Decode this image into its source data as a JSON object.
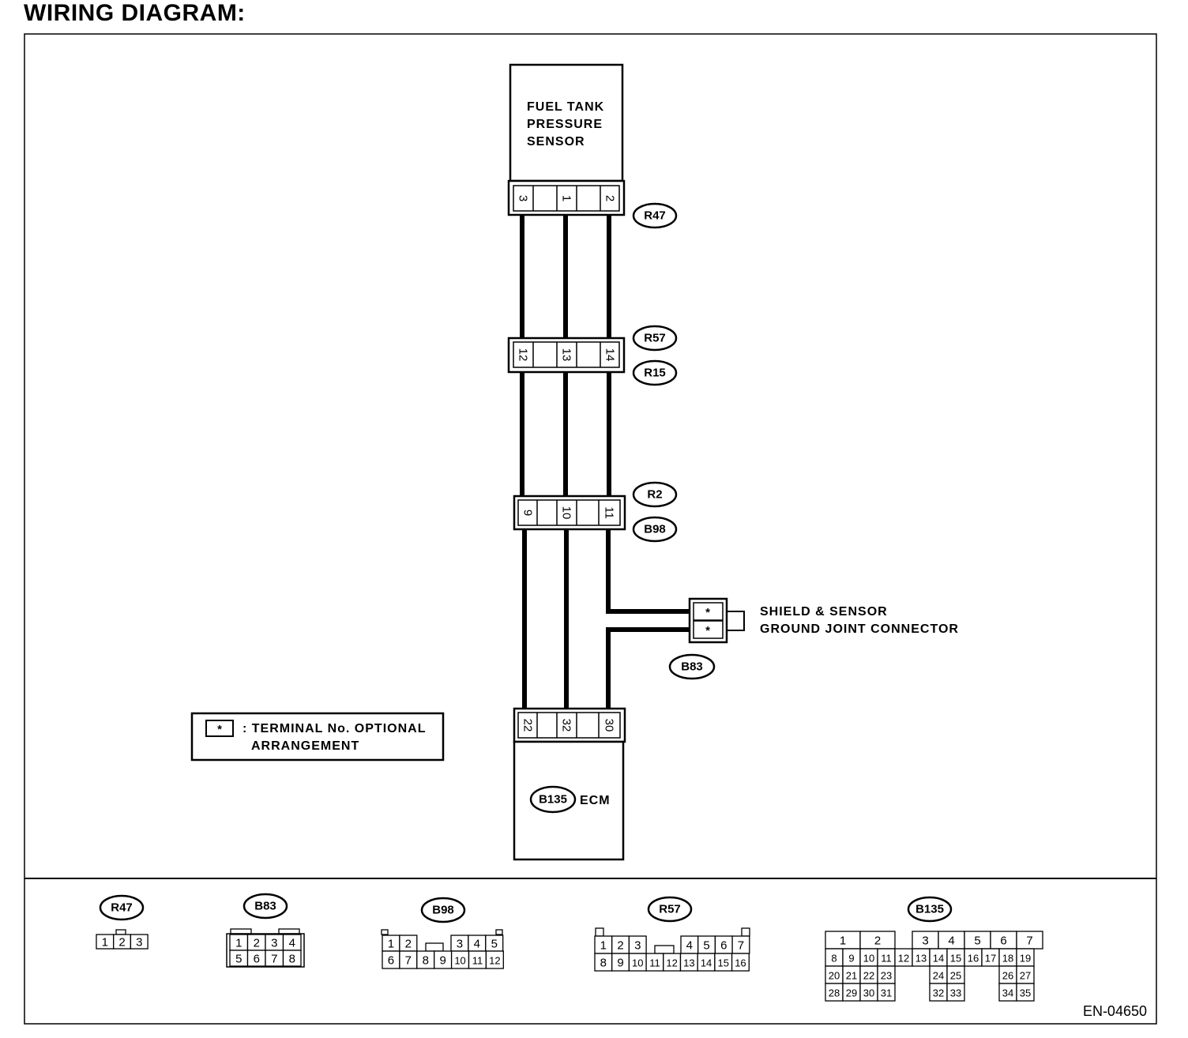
{
  "title": "WIRING DIAGRAM:",
  "sensor": {
    "name_lines": [
      "FUEL TANK",
      "PRESSURE",
      "SENSOR"
    ],
    "connector": "R47",
    "pins": [
      "3",
      "1",
      "2"
    ]
  },
  "joint1": {
    "connectors": [
      "R57",
      "R15"
    ],
    "pins": [
      "12",
      "13",
      "14"
    ]
  },
  "joint2": {
    "connectors": [
      "R2",
      "B98"
    ],
    "pins": [
      "9",
      "10",
      "11"
    ]
  },
  "ground": {
    "name_lines": [
      "SHIELD & SENSOR",
      "GROUND JOINT CONNECTOR"
    ],
    "connector": "B83",
    "pins": [
      "*",
      "*"
    ]
  },
  "ecm": {
    "connector": "B135",
    "name": "ECM",
    "pins": [
      "22",
      "32",
      "30"
    ]
  },
  "legend": {
    "symbol": "*",
    "lines": [
      ": TERMINAL No. OPTIONAL",
      "ARRANGEMENT"
    ]
  },
  "connector_views": [
    {
      "id": "R47",
      "rows": [
        [
          "1",
          "2",
          "3"
        ]
      ]
    },
    {
      "id": "B83",
      "rows": [
        [
          "1",
          "2",
          "3",
          "4"
        ],
        [
          "5",
          "6",
          "7",
          "8"
        ]
      ]
    },
    {
      "id": "B98",
      "rows": [
        [
          "1",
          "2",
          "",
          "3",
          "4",
          "5"
        ],
        [
          "6",
          "7",
          "8",
          "9",
          "10",
          "11",
          "12"
        ]
      ]
    },
    {
      "id": "R57",
      "rows": [
        [
          "1",
          "2",
          "3",
          "",
          "4",
          "5",
          "6",
          "7"
        ],
        [
          "8",
          "9",
          "10",
          "11",
          "12",
          "13",
          "14",
          "15",
          "16"
        ]
      ]
    },
    {
      "id": "B135",
      "rows": [
        [
          "1",
          "2",
          "",
          "3",
          "4",
          "5",
          "6",
          "7"
        ],
        [
          "8",
          "9",
          "10",
          "11",
          "12",
          "13",
          "14",
          "15",
          "16",
          "17",
          "18",
          "19"
        ],
        [
          "20",
          "21",
          "22",
          "23",
          "24",
          "25",
          "26",
          "27"
        ],
        [
          "28",
          "29",
          "30",
          "31",
          "32",
          "33",
          "34",
          "35"
        ]
      ]
    }
  ],
  "code": "EN-04650"
}
